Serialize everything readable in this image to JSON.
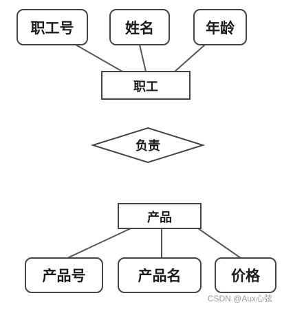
{
  "employee": {
    "entity": "职工",
    "attributes": [
      "职工号",
      "姓名",
      "年龄"
    ]
  },
  "relationship": "负责",
  "product": {
    "entity": "产品",
    "attributes": [
      "产品号",
      "产品名",
      "价格"
    ]
  },
  "watermark": "CSDN @Aux心弦"
}
